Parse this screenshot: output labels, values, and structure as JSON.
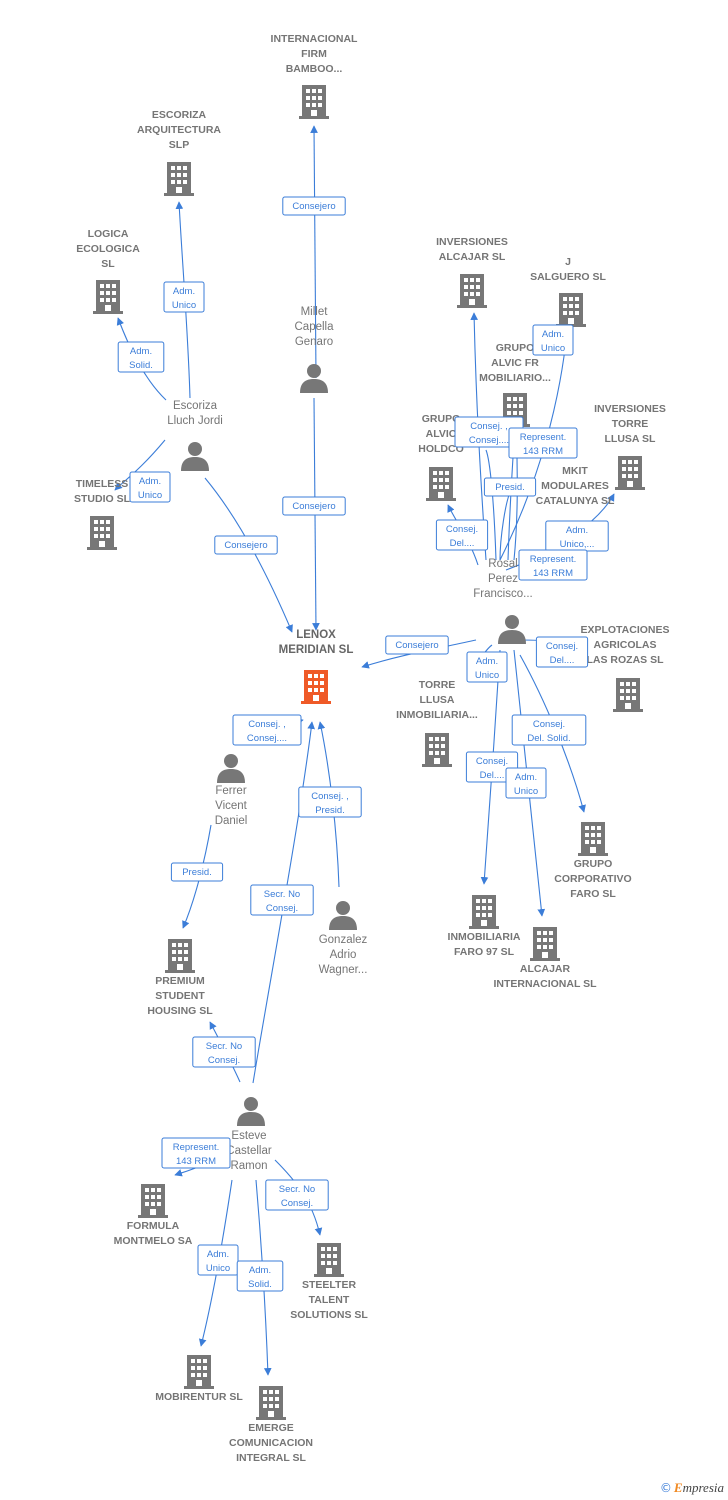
{
  "colors": {
    "edge": "#3b7dd8",
    "company": "#777777",
    "center_company": "#ef5a28",
    "person": "#777777"
  },
  "nodes": [
    {
      "id": "lenox",
      "type": "company",
      "center": true,
      "lines": [
        "LENOX",
        "MERIDIAN  SL"
      ]
    },
    {
      "id": "internacional_firm",
      "type": "company",
      "lines": [
        "INTERNACIONAL",
        "FIRM",
        "BAMBOO..."
      ]
    },
    {
      "id": "escoriza_arq",
      "type": "company",
      "lines": [
        "ESCORIZA",
        "ARQUITECTURA",
        "SLP"
      ]
    },
    {
      "id": "logica",
      "type": "company",
      "lines": [
        "LOGICA",
        "ECOLOGICA",
        "SL"
      ]
    },
    {
      "id": "timeless",
      "type": "company",
      "lines": [
        "TIMELESS",
        "STUDIO  SL"
      ]
    },
    {
      "id": "millet",
      "type": "person",
      "lines": [
        "Millet",
        "Capella",
        "Genaro"
      ]
    },
    {
      "id": "escoriza_p",
      "type": "person",
      "lines": [
        "Escoriza",
        "Lluch Jordi"
      ]
    },
    {
      "id": "inv_alcajar",
      "type": "company",
      "lines": [
        "INVERSIONES",
        "ALCAJAR  SL"
      ]
    },
    {
      "id": "j_salguero",
      "type": "company",
      "lines": [
        "J",
        "SALGUERO  SL"
      ]
    },
    {
      "id": "grupo_alvic_fr",
      "type": "company",
      "lines": [
        "GRUPO",
        "ALVIC FR",
        "MOBILIARIO..."
      ]
    },
    {
      "id": "grupo_alvic_holdco",
      "type": "company",
      "lines": [
        "GRUPO",
        "ALVIC",
        "HOLDCO"
      ]
    },
    {
      "id": "inv_torre",
      "type": "company",
      "lines": [
        "INVERSIONES",
        "TORRE",
        "LLUSA  SL"
      ]
    },
    {
      "id": "mkit",
      "type": "company",
      "lines": [
        "MKIT",
        "MODULARES",
        "CATALUNYA SL"
      ]
    },
    {
      "id": "rosal",
      "type": "person",
      "lines": [
        "Rosal",
        "Perez",
        "Francisco..."
      ]
    },
    {
      "id": "explotaciones",
      "type": "company",
      "lines": [
        "EXPLOTACIONES",
        "AGRICOLAS",
        "LAS ROZAS SL"
      ]
    },
    {
      "id": "torre_llusa_inm",
      "type": "company",
      "lines": [
        "TORRE",
        "LLUSA",
        "INMOBILIARIA..."
      ]
    },
    {
      "id": "grupo_corp_faro",
      "type": "company",
      "lines": [
        "GRUPO",
        "CORPORATIVO",
        "FARO  SL"
      ]
    },
    {
      "id": "inm_faro",
      "type": "company",
      "lines": [
        "INMOBILIARIA",
        "FARO 97 SL"
      ]
    },
    {
      "id": "alcajar_int",
      "type": "company",
      "lines": [
        "ALCAJAR",
        "INTERNACIONAL SL"
      ]
    },
    {
      "id": "ferrer",
      "type": "person",
      "lines": [
        "Ferrer",
        "Vicent",
        "Daniel"
      ]
    },
    {
      "id": "gonzalez",
      "type": "person",
      "lines": [
        "Gonzalez",
        "Adrio",
        "Wagner..."
      ]
    },
    {
      "id": "premium",
      "type": "company",
      "lines": [
        "PREMIUM",
        "STUDENT",
        "HOUSING  SL"
      ]
    },
    {
      "id": "esteve",
      "type": "person",
      "lines": [
        "Esteve",
        "Castellar",
        "Ramon"
      ]
    },
    {
      "id": "formula",
      "type": "company",
      "lines": [
        "FORMULA",
        "MONTMELO SA"
      ]
    },
    {
      "id": "steelter",
      "type": "company",
      "lines": [
        "STEELTER",
        "TALENT",
        "SOLUTIONS  SL"
      ]
    },
    {
      "id": "mobirentur",
      "type": "company",
      "lines": [
        "MOBIRENTUR SL"
      ]
    },
    {
      "id": "emerge",
      "type": "company",
      "lines": [
        "EMERGE",
        "COMUNICACION",
        "INTEGRAL SL"
      ]
    }
  ],
  "edges": [
    {
      "from": "millet",
      "to": "internacional_firm",
      "label": [
        "Consejero"
      ]
    },
    {
      "from": "millet",
      "to": "lenox",
      "label": [
        "Consejero"
      ]
    },
    {
      "from": "escoriza_p",
      "to": "escoriza_arq",
      "label": [
        "Adm.",
        "Unico"
      ]
    },
    {
      "from": "escoriza_p",
      "to": "logica",
      "label": [
        "Adm.",
        "Solid."
      ]
    },
    {
      "from": "escoriza_p",
      "to": "timeless",
      "label": [
        "Adm.",
        "Unico"
      ]
    },
    {
      "from": "escoriza_p",
      "to": "lenox",
      "label": [
        "Consejero"
      ]
    },
    {
      "from": "rosal",
      "to": "lenox",
      "label": [
        "Consejero"
      ]
    },
    {
      "from": "rosal",
      "to": "inv_alcajar",
      "label": [
        "Consej. ,",
        "Consej...."
      ]
    },
    {
      "from": "rosal",
      "to": "j_salguero",
      "label": [
        "Adm.",
        "Unico"
      ]
    },
    {
      "from": "rosal",
      "to": "grupo_alvic_fr",
      "label": [
        "Represent.",
        "143 RRM"
      ]
    },
    {
      "from": "rosal",
      "to": "grupo_alvic_holdco",
      "label": [
        "Consej.",
        "Del...."
      ]
    },
    {
      "from": "rosal",
      "to": "inv_torre",
      "label": [
        "Adm.",
        "Unico,..."
      ]
    },
    {
      "from": "rosal",
      "to": "mkit",
      "label": [
        "Represent.",
        "143 RRM"
      ]
    },
    {
      "from": "rosal",
      "to": "explotaciones",
      "label": [
        "Consej.",
        "Del...."
      ]
    },
    {
      "from": "rosal",
      "to": "torre_llusa_inm",
      "label": [
        "Adm.",
        "Unico"
      ]
    },
    {
      "from": "rosal",
      "to": "grupo_corp_faro",
      "label": [
        "Consej.",
        "Del. Solid."
      ]
    },
    {
      "from": "rosal",
      "to": "inm_faro",
      "label": [
        "Consej.",
        "Del...."
      ]
    },
    {
      "from": "rosal",
      "to": "alcajar_int",
      "label": [
        "Adm.",
        "Unico"
      ]
    },
    {
      "from": "rosal",
      "to": "grupo_alvic_holdco",
      "label": [
        "Presid."
      ]
    },
    {
      "from": "ferrer",
      "to": "lenox",
      "label": [
        "Consej. ,",
        "Consej...."
      ]
    },
    {
      "from": "ferrer",
      "to": "premium",
      "label": [
        "Presid."
      ]
    },
    {
      "from": "gonzalez",
      "to": "lenox",
      "label": [
        "Consej. ,",
        "Presid."
      ]
    },
    {
      "from": "esteve",
      "to": "lenox",
      "label": [
        "Secr.  No",
        "Consej."
      ]
    },
    {
      "from": "esteve",
      "to": "premium",
      "label": [
        "Secr.  No",
        "Consej."
      ]
    },
    {
      "from": "esteve",
      "to": "formula",
      "label": [
        "Represent.",
        "143 RRM"
      ]
    },
    {
      "from": "esteve",
      "to": "steelter",
      "label": [
        "Secr.  No",
        "Consej."
      ]
    },
    {
      "from": "esteve",
      "to": "mobirentur",
      "label": [
        "Adm.",
        "Unico"
      ]
    },
    {
      "from": "esteve",
      "to": "emerge",
      "label": [
        "Adm.",
        "Solid."
      ]
    }
  ],
  "footer": {
    "copyright": "©",
    "brand_initial": "E",
    "brand_rest": "mpresia"
  }
}
